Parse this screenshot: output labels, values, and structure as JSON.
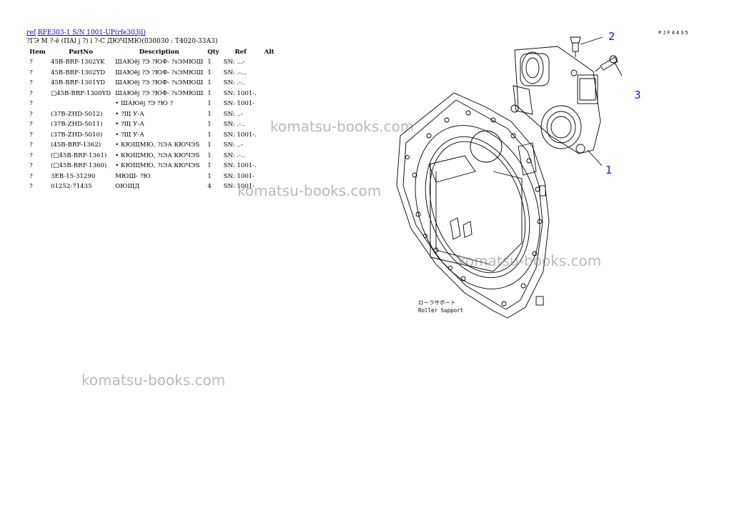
{
  "header": {
    "ref_link": "ref",
    "model_link": "RFE303-1 S/N 1001-UP(rfe303jl)",
    "subtitle": "?ГЭ М ?-ё (ПАl j ?) i ?-С ДЮЧIМЮ(030030 : Т4020-33А3)"
  },
  "columns": {
    "item": "Item",
    "partno": "PartNo",
    "description": "Description",
    "qty": "Qty",
    "ref": "Ref",
    "alt": "Alt"
  },
  "rows": [
    {
      "item": "?",
      "partno": "45B-BRF-1302YK",
      "description": "ШАЮёj ?Э ?ЮФ- ?sЭМЮШ",
      "qty": "1",
      "ref": "SN: ...-"
    },
    {
      "item": "?",
      "partno": "45B-BRF-1302YD",
      "description": "ШАЮёj ?Э ?ЮФ- ?sЭМЮШ",
      "qty": "1",
      "ref": "SN: .-..."
    },
    {
      "item": "?",
      "partno": "45B-BRF-1301YD",
      "description": "ШАЮёj ?Э ?ЮФ- ?sЭМЮШ",
      "qty": "1",
      "ref": "SN: .-.."
    },
    {
      "item": "?",
      "partno": "□45B-BRF-1300YD",
      "description": "ШАЮёj ?Э ?ЮФ- ?sЭМЮШ",
      "qty": "1",
      "ref": "SN: 1001-."
    },
    {
      "item": "?",
      "partno": "",
      "description": "• ШАЮёj ?Э ?Ю ?",
      "qty": "1",
      "ref": "SN: 1001-"
    },
    {
      "item": "?",
      "partno": "(37B-ZHD-5012)",
      "description": "• ?Щ У-А",
      "qty": "1",
      "ref": "SN: ..-"
    },
    {
      "item": "?",
      "partno": "(37B-ZHD-5011)",
      "description": "• ?Щ У-А",
      "qty": "1",
      "ref": "SN: .-.."
    },
    {
      "item": "?",
      "partno": "(37B-ZHD-5010)",
      "description": "• ?Щ У-А",
      "qty": "1",
      "ref": "SN: 1001-."
    },
    {
      "item": "?",
      "partno": "(45B-BRF-1362)",
      "description": "• КЮЩМЮ, ?iЭА КЮЧЭS",
      "qty": "1",
      "ref": "SN: ..-"
    },
    {
      "item": "?",
      "partno": "(□45B-BRF-1361)",
      "description": "• КЮЩМЮ, ?iЭА КЮЧЭS",
      "qty": "1",
      "ref": "SN: .-.."
    },
    {
      "item": "?",
      "partno": "(□45B-BRF-1360)",
      "description": "• КЮЩМЮ, ?iЭА КЮЧЭS",
      "qty": "1",
      "ref": "SN: 1001-."
    },
    {
      "item": "?",
      "partno": "3EB-15-31290",
      "description": "МЮШ- ?Ю",
      "qty": "1",
      "ref": "SN: 1001-"
    },
    {
      "item": "?",
      "partno": "01252-71435",
      "description": "ОЮЩД",
      "qty": "4",
      "ref": "SN: 1001-"
    }
  ],
  "drawing": {
    "code": "PJF4435",
    "callouts": [
      "1",
      "2",
      "3"
    ],
    "caption_jp": "ローラサポート",
    "caption_en": "Roller Support",
    "line_color": "#000000",
    "callout_color": "#1f1fa8"
  },
  "watermark": "komatsu-books.com"
}
